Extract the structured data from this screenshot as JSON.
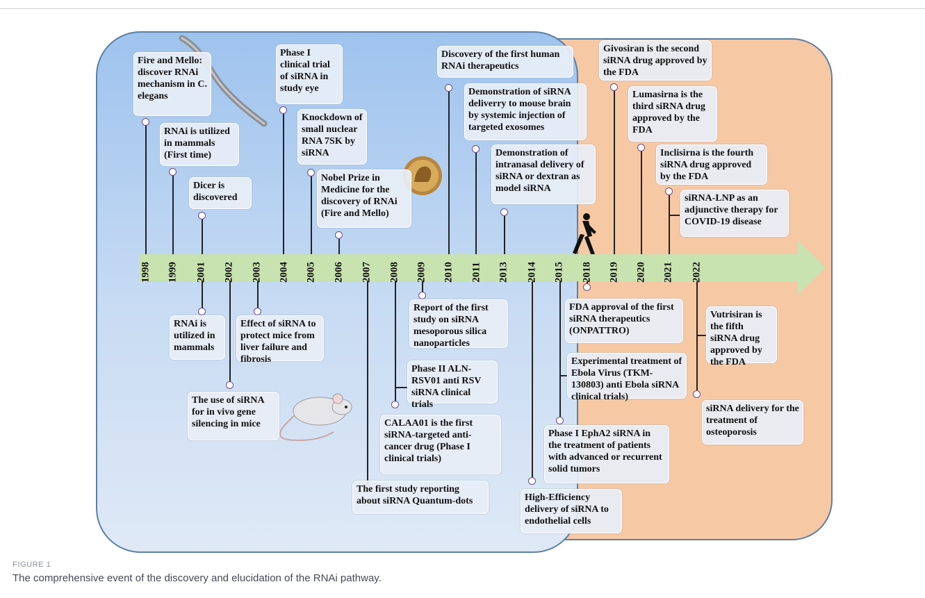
{
  "figure": {
    "label": "FIGURE 1",
    "caption": "The comprehensive event of the discovery and elucidation of the RNAi pathway."
  },
  "colors": {
    "pre_2018_panel": "#b4d0f0",
    "post_2018_panel": "#f6c8a4",
    "timeline_arrow": "#c8e2b0",
    "marker_ring": "#6e4a86",
    "event_box": "#e8eef6"
  },
  "years": [
    "1998",
    "1999",
    "2001",
    "2002",
    "2003",
    "2004",
    "2005",
    "2006",
    "2007",
    "2008",
    "2009",
    "2010",
    "2011",
    "2013",
    "2014",
    "2015",
    "2018",
    "2019",
    "2020",
    "2021",
    "2022"
  ],
  "events": [
    {
      "id": "e1998",
      "text": "Fire and Mello: discover RNAi mechanism in C. elegans"
    },
    {
      "id": "e1999a",
      "text": "RNAi is utilized in mammals (First time)"
    },
    {
      "id": "e2001a",
      "text": "Dicer is discovered"
    },
    {
      "id": "e2004",
      "text": "Phase I clinical trial of siRNA in study eye"
    },
    {
      "id": "e2005",
      "text": "Knockdown of small nuclear RNA 7SK by siRNA"
    },
    {
      "id": "e2006",
      "text": "Nobel Prize in Medicine for the discovery of RNAi (Fire and Mello)"
    },
    {
      "id": "e2010",
      "text": "Discovery of the first human RNAi therapeutics"
    },
    {
      "id": "e2011",
      "text": "Demonstration of siRNA deliverry to mouse brain by systemic injection of targeted exosomes"
    },
    {
      "id": "e2013",
      "text": "Demonstration of intranasal delivery of siRNA or dextran as model siRNA"
    },
    {
      "id": "e2019",
      "text": "Givosiran is the second siRNA drug approved by the FDA"
    },
    {
      "id": "e2020",
      "text": "Lumasirna is the third siRNA drug approved by the FDA"
    },
    {
      "id": "e2021a",
      "text": "Inclisirna is the fourth siRNA drug approved by the FDA"
    },
    {
      "id": "e2021b",
      "text": "siRNA-LNP as an adjunctive therapy for COVID-19 disease"
    },
    {
      "id": "e2001b",
      "text": "RNAi is utilized in mammals"
    },
    {
      "id": "e2003",
      "text": "Effect of siRNA to protect mice from liver failure and fibrosis"
    },
    {
      "id": "e2002",
      "text": "The use of siRNA for in vivo gene silencing in mice"
    },
    {
      "id": "e2009",
      "text": "Report of the first study on siRNA mesoporous silica nanoparticles"
    },
    {
      "id": "e2008a",
      "text": "Phase II ALN-RSV01 anti RSV siRNA clinical trials"
    },
    {
      "id": "e2008b",
      "text": "CALAA01 is the first siRNA-targeted anti-cancer drug (Phase I clinical trials)"
    },
    {
      "id": "e2007",
      "text": "The first study reporting about siRNA Quantum-dots"
    },
    {
      "id": "e2018",
      "text": "FDA approval of the first siRNA therapeutics (ONPATTRO)"
    },
    {
      "id": "e2015a",
      "text": "Experimental treatment of Ebola Virus (TKM-130803) anti Ebola siRNA clinical trials)"
    },
    {
      "id": "e2015b",
      "text": "Phase I EphA2 siRNA in the treatment of patients with advanced or recurrent solid tumors"
    },
    {
      "id": "e2014",
      "text": "High-Efficiency delivery of siRNA to endothelial cells"
    },
    {
      "id": "e2022a",
      "text": "Vutrisiran is the fifth siRNA drug approved by the FDA"
    },
    {
      "id": "e2022b",
      "text": "siRNA delivery for the treatment of osteoporosis"
    }
  ]
}
